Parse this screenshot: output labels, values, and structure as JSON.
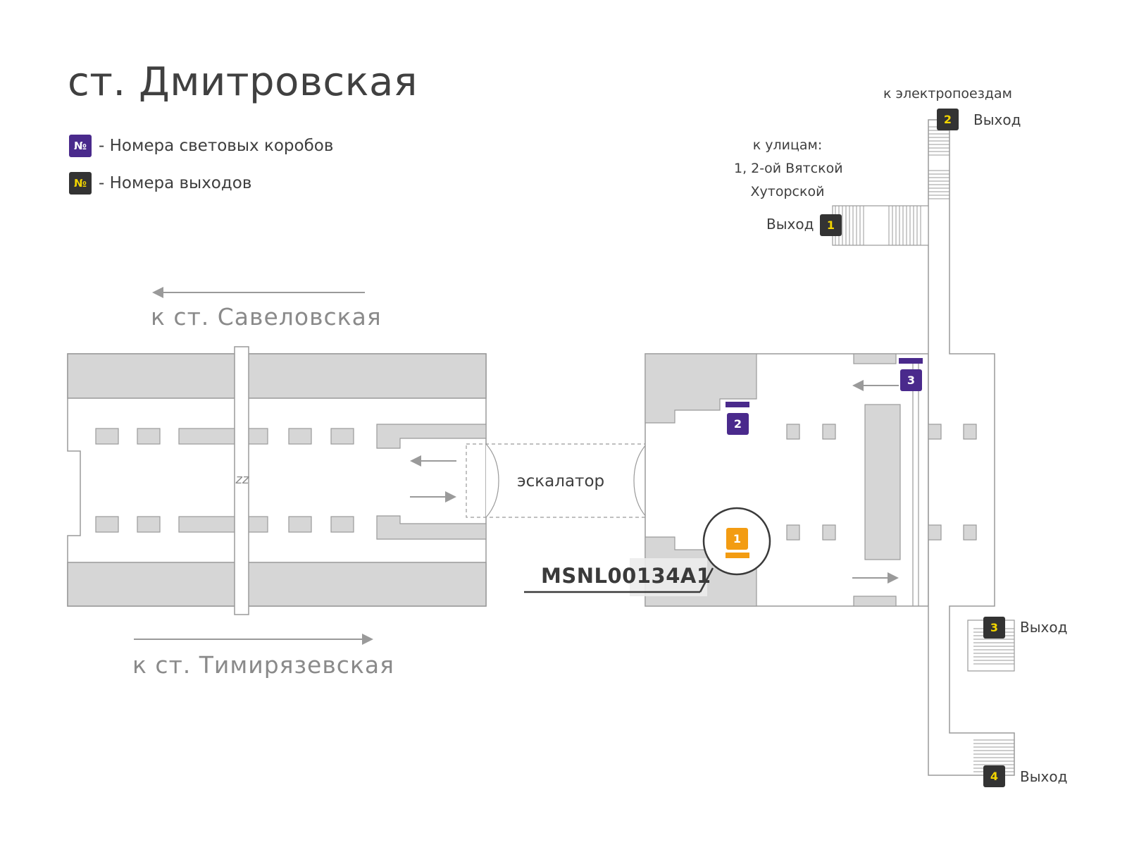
{
  "title": "ст. Дмитровская",
  "legend": {
    "lightbox": {
      "symbol": "№",
      "text": "- Номера световых коробов"
    },
    "exits": {
      "symbol": "№",
      "text": "- Номера выходов"
    }
  },
  "directions": {
    "savelovskaya": "к ст. Савеловская",
    "timiryazevskaya": "к ст. Тимирязевская"
  },
  "escalator": "эскалатор",
  "zz": "zz",
  "to_trains": "к электропоездам",
  "to_streets": [
    "к улицам:",
    "1, 2-ой Вятской",
    "Хуторской"
  ],
  "exit_word": "Выход",
  "exits": [
    "1",
    "2",
    "3",
    "4"
  ],
  "lightboxes": [
    "2",
    "3"
  ],
  "highlight_box": {
    "number": "1",
    "code": "MSNL00134A1"
  },
  "colors": {
    "purple": "#4a2a8c",
    "exit_dark": "#333333",
    "exit_digit": "#f2d500",
    "highlight": "#f39c12",
    "wall": "#d6d6d6",
    "line": "#9a9a9a"
  }
}
